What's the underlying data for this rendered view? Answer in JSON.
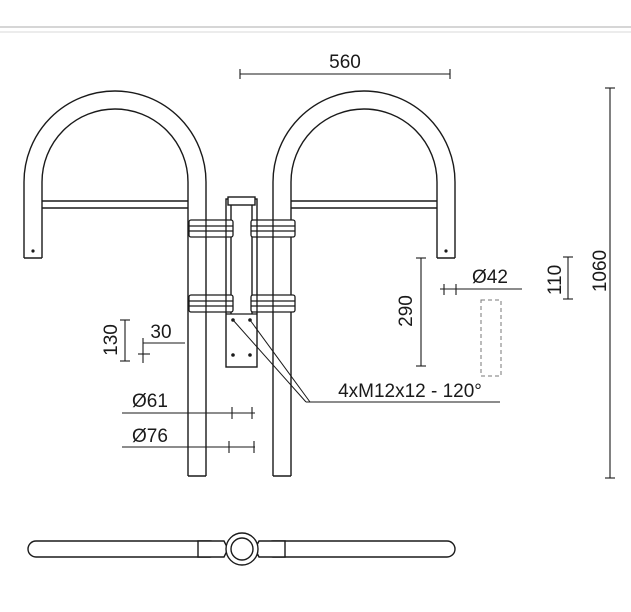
{
  "drawing": {
    "overall_width": "560",
    "overall_height": "1060",
    "clamp_height": "110",
    "post_depth": "290",
    "post_diameter": "Ø42",
    "plate_height": "130",
    "plate_hole_offset": "30",
    "tube_outer_diameter": "Ø76",
    "tube_inner_diameter": "Ø61",
    "fixing_spec": "4xM12x12 - 120°"
  },
  "colors": {
    "line": "#1a1a1a",
    "fill": "#ffffff",
    "dashed": "#777777"
  }
}
